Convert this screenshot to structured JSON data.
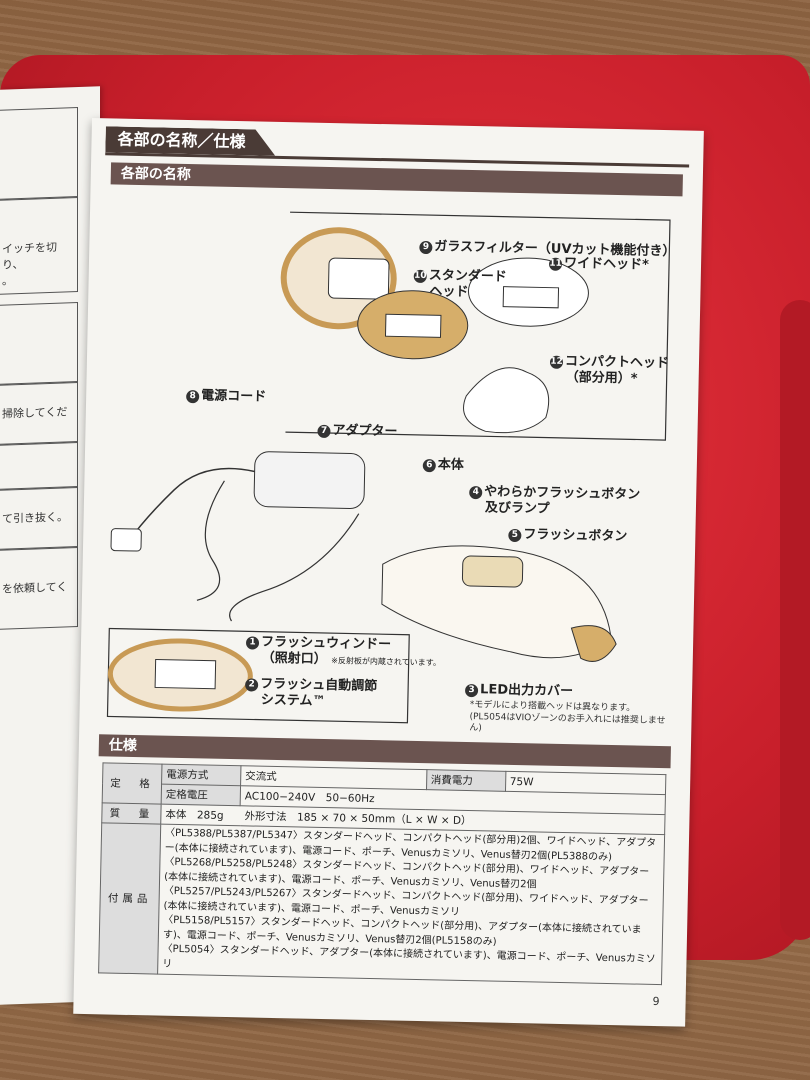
{
  "left_page": {
    "lines": [
      "イッチを切り、",
      "。",
      "掃除してくだ",
      "て引き抜く。",
      "を依頼してく"
    ]
  },
  "header": {
    "title": "各部の名称／仕様"
  },
  "section_names": {
    "title": "各部の名称"
  },
  "parts": {
    "p9": {
      "num": "9",
      "label": "ガラスフィルター（UVカット機能付き）"
    },
    "p10": {
      "num": "10",
      "label": "スタンダード",
      "label2": "ヘッド"
    },
    "p11": {
      "num": "11",
      "label": "ワイドヘッド*"
    },
    "p12": {
      "num": "12",
      "label": "コンパクトヘッド",
      "label2": "（部分用）*"
    },
    "p8": {
      "num": "8",
      "label": "電源コード"
    },
    "p7": {
      "num": "7",
      "label": "アダプター"
    },
    "p6": {
      "num": "6",
      "label": "本体"
    },
    "p4": {
      "num": "4",
      "label": "やわらかフラッシュボタン",
      "label2": "及びランプ"
    },
    "p5": {
      "num": "5",
      "label": "フラッシュボタン"
    },
    "p1": {
      "num": "1",
      "label": "フラッシュウィンドー",
      "label2": "（照射口）",
      "note": "※反射板が内蔵されています。"
    },
    "p2": {
      "num": "2",
      "label": "フラッシュ自動調節",
      "label2": "システム™"
    },
    "p3": {
      "num": "3",
      "label": "LED出力カバー"
    }
  },
  "head_note": "*モデルにより搭載ヘッドは異なります。(PL5054はVIOゾーンのお手入れには推奨しません)",
  "section_spec": {
    "title": "仕様"
  },
  "spec": {
    "rating_header": "定　格",
    "power_type_label": "電源方式",
    "power_type_value": "交流式",
    "consumption_label": "消費電力",
    "consumption_value": "75W",
    "rated_voltage_label": "定格電圧",
    "rated_voltage_value": "AC100−240V　50−60Hz",
    "mass_header": "質　量",
    "mass_value": "本体　285g　　外形寸法　185 × 70 × 50mm（L × W × D）",
    "acc_header": "付属品",
    "accessories": [
      "〈PL5388/PL5387/PL5347〉スタンダードヘッド、コンパクトヘッド(部分用)2個、ワイドヘッド、アダプター(本体に接続されています)、電源コード、ポーチ、Venusカミソリ、Venus替刃2個(PL5388のみ)",
      "〈PL5268/PL5258/PL5248〉スタンダードヘッド、コンパクトヘッド(部分用)、ワイドヘッド、アダプター(本体に接続されています)、電源コード、ポーチ、Venusカミソリ、Venus替刃2個",
      "〈PL5257/PL5243/PL5267〉スタンダードヘッド、コンパクトヘッド(部分用)、ワイドヘッド、アダプター(本体に接続されています)、電源コード、ポーチ、Venusカミソリ",
      "〈PL5158/PL5157〉スタンダードヘッド、コンパクトヘッド(部分用)、アダプター(本体に接続されています)、電源コード、ポーチ、Venusカミソリ、Venus替刃2個(PL5158のみ)",
      "〈PL5054〉スタンダードヘッド、アダプター(本体に接続されています)、電源コード、ポーチ、Venusカミソリ"
    ]
  },
  "page_number": "9"
}
